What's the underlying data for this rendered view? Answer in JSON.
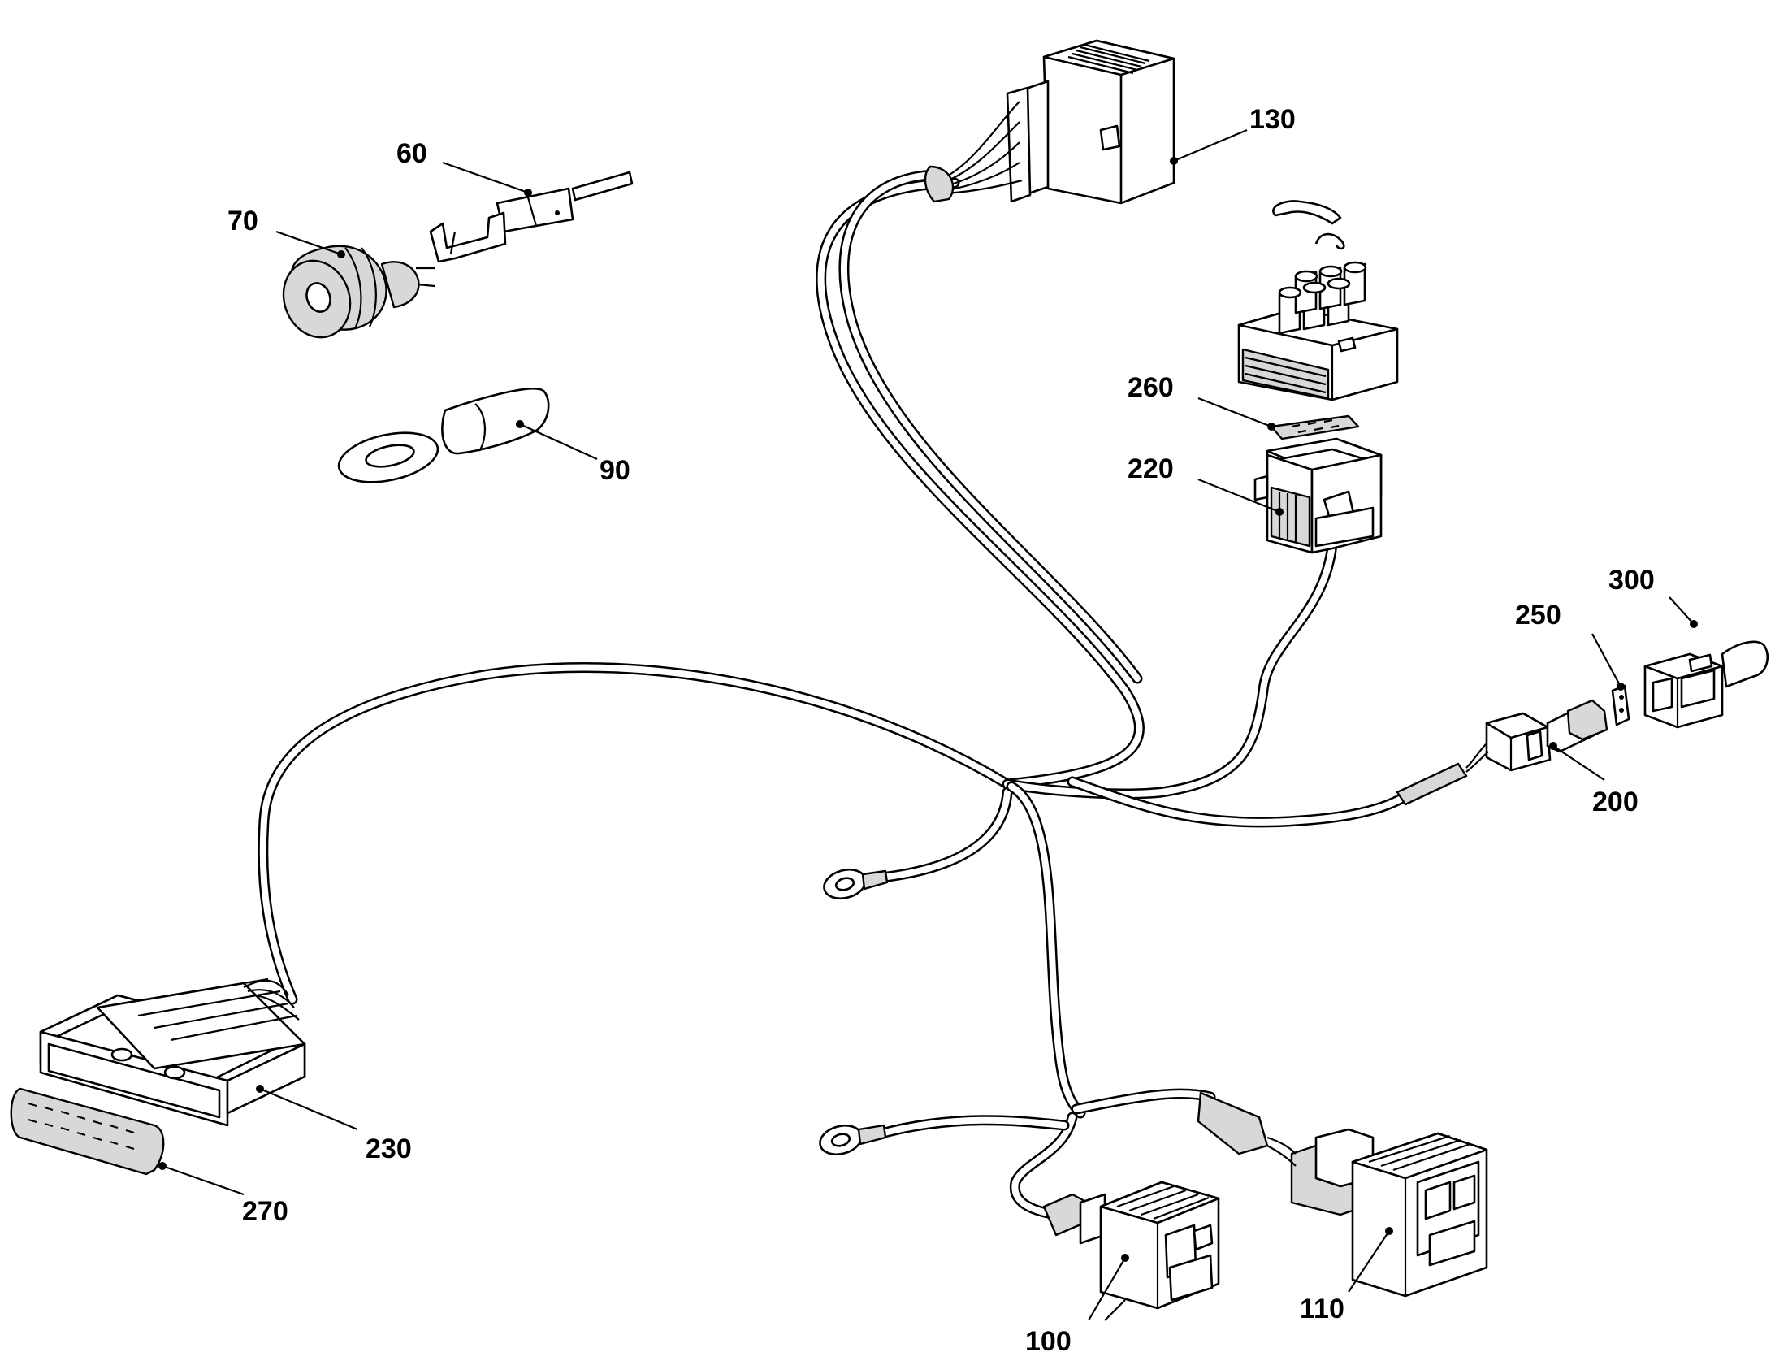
{
  "callouts": {
    "c60": "60",
    "c70": "70",
    "c90": "90",
    "c130": "130",
    "c260": "260",
    "c220": "220",
    "c250": "250",
    "c300": "300",
    "c200": "200",
    "c230": "230",
    "c270": "270",
    "c100": "100",
    "c110": "110"
  }
}
